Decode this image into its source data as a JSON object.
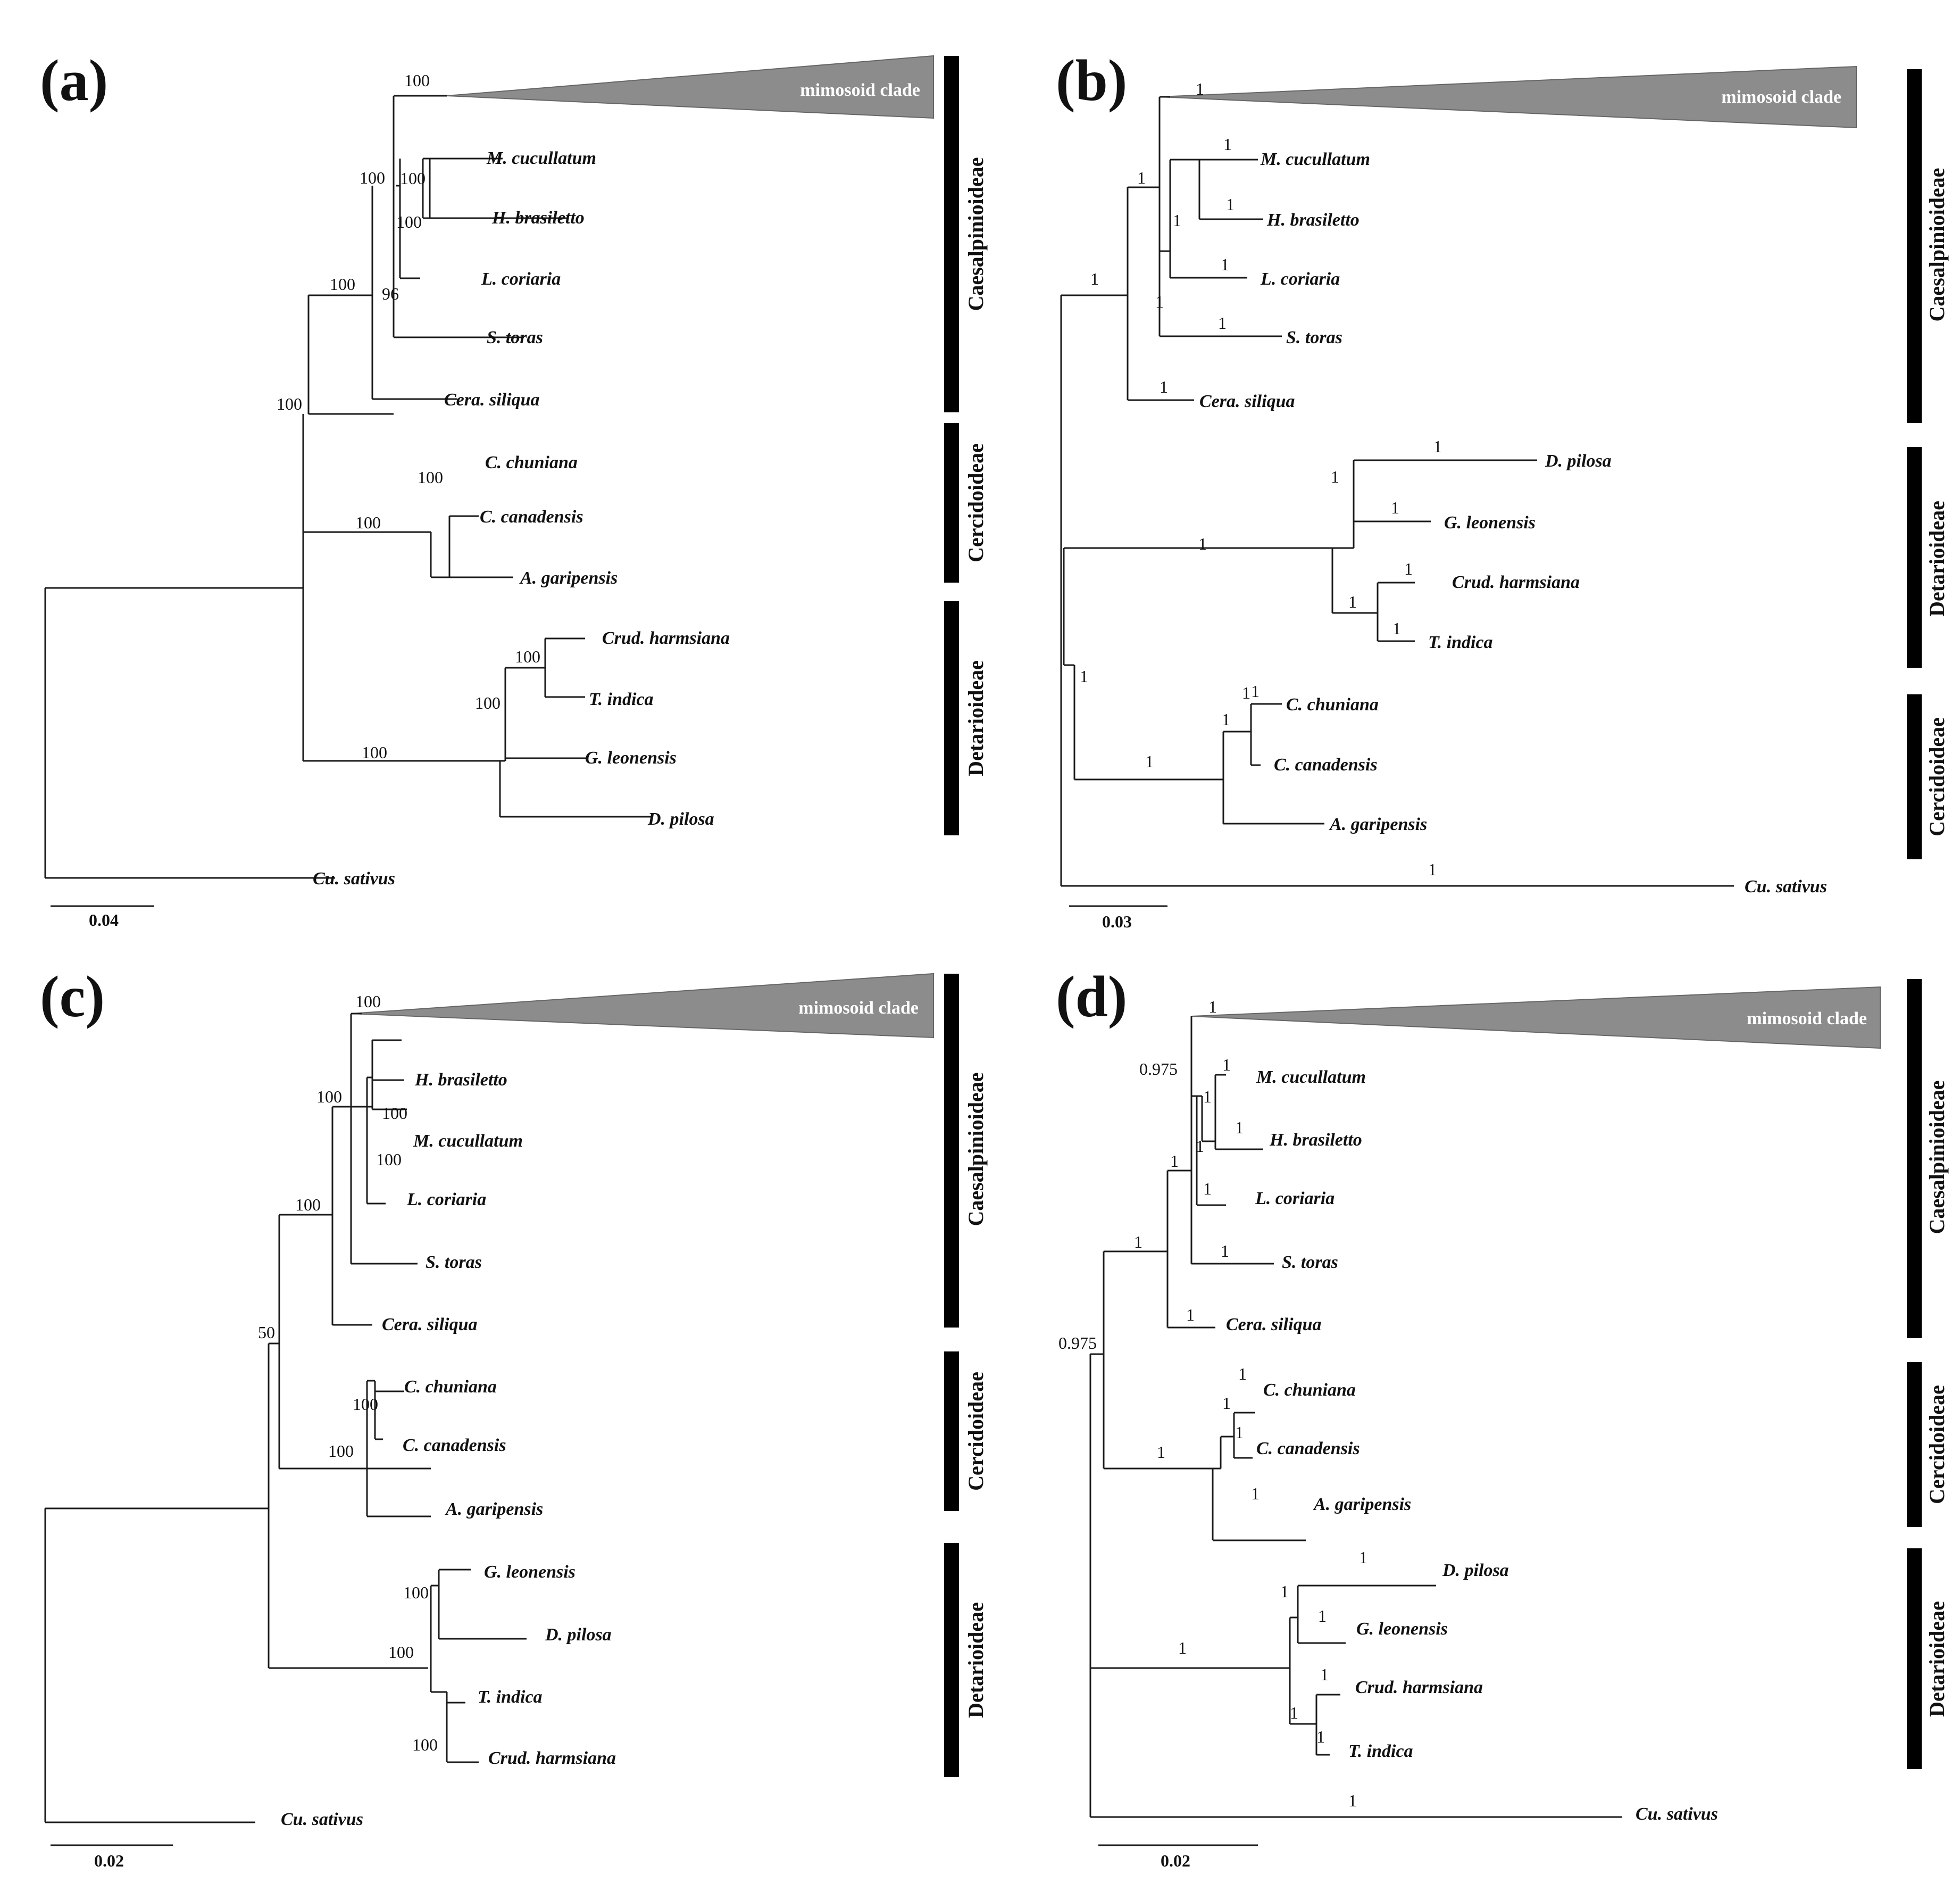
{
  "colors": {
    "branch": "#1a1a1a",
    "collapsed_clade": "#8c8c8c",
    "bar": "#000000"
  },
  "panels": [
    {
      "letter": "(a)",
      "scale": "0.04",
      "collapsed": {
        "label": "mimosoid clade",
        "support": "100"
      },
      "taxa": [
        {
          "label": "M. cucullatum"
        },
        {
          "label": "H. brasiletto"
        },
        {
          "label": "L. coriaria"
        },
        {
          "label": "S. toras"
        },
        {
          "label": "Cera. siliqua"
        },
        {
          "label": "C. chuniana"
        },
        {
          "label": "C. canadensis"
        },
        {
          "label": "A. garipensis"
        },
        {
          "label": "Crud. harmsiana"
        },
        {
          "label": "T. indica"
        },
        {
          "label": "G. leonensis"
        },
        {
          "label": "D. pilosa"
        },
        {
          "label": "Cu. sativus"
        }
      ],
      "supports": [
        "100",
        "100",
        "100",
        "96",
        "100",
        "100",
        "100",
        "100",
        "100",
        "100",
        "100",
        "100"
      ],
      "subfamilies": [
        {
          "label": "Caesalpinioideae"
        },
        {
          "label": "Cercidoideae"
        },
        {
          "label": "Detarioideae"
        }
      ]
    },
    {
      "letter": "(b)",
      "scale": "0.03",
      "collapsed": {
        "label": "mimosoid clade",
        "support": "1"
      },
      "taxa": [
        {
          "label": "M. cucullatum",
          "support": "1"
        },
        {
          "label": "H. brasiletto",
          "support": "1"
        },
        {
          "label": "L. coriaria",
          "support": "1"
        },
        {
          "label": "S. toras",
          "support": "1"
        },
        {
          "label": "Cera. siliqua",
          "support": "1"
        },
        {
          "label": "D. pilosa",
          "support": "1"
        },
        {
          "label": "G. leonensis",
          "support": "1"
        },
        {
          "label": "Crud. harmsiana",
          "support": "1"
        },
        {
          "label": "T. indica",
          "support": "1"
        },
        {
          "label": "C. chuniana",
          "support": "1"
        },
        {
          "label": "C. canadensis",
          "support": "1"
        },
        {
          "label": "A. garipensis",
          "support": "1"
        },
        {
          "label": "Cu. sativus",
          "support": "1"
        }
      ],
      "supports": [
        "1",
        "1",
        "1",
        "1",
        "1",
        "1",
        "1",
        "1",
        "1",
        "1",
        "1",
        "1"
      ],
      "subfamilies": [
        {
          "label": "Caesalpinioideae"
        },
        {
          "label": "Detarioideae"
        },
        {
          "label": "Cercidoideae"
        }
      ]
    },
    {
      "letter": "(c)",
      "scale": "0.02",
      "collapsed": {
        "label": "mimosoid clade",
        "support": "100"
      },
      "taxa": [
        {
          "label": "H. brasiletto"
        },
        {
          "label": "M. cucullatum"
        },
        {
          "label": "L. coriaria"
        },
        {
          "label": "S. toras"
        },
        {
          "label": "Cera. siliqua"
        },
        {
          "label": "C. chuniana"
        },
        {
          "label": "C. canadensis"
        },
        {
          "label": "A. garipensis"
        },
        {
          "label": "G. leonensis"
        },
        {
          "label": "D. pilosa"
        },
        {
          "label": "T. indica"
        },
        {
          "label": "Crud. harmsiana"
        },
        {
          "label": "Cu. sativus"
        }
      ],
      "supports": [
        "100",
        "100",
        "100",
        "100",
        "50",
        "100",
        "100",
        "100",
        "100",
        "100"
      ],
      "subfamilies": [
        {
          "label": "Caesalpinioideae"
        },
        {
          "label": "Cercidoideae"
        },
        {
          "label": "Detarioideae"
        }
      ]
    },
    {
      "letter": "(d)",
      "scale": "0.02",
      "collapsed": {
        "label": "mimosoid clade",
        "support": "1"
      },
      "taxa": [
        {
          "label": "M. cucullatum",
          "support": "1"
        },
        {
          "label": "H. brasiletto",
          "support": "1"
        },
        {
          "label": "L. coriaria",
          "support": "1"
        },
        {
          "label": "S. toras",
          "support": "1"
        },
        {
          "label": "Cera. siliqua",
          "support": "1"
        },
        {
          "label": "C. chuniana",
          "support": "1"
        },
        {
          "label": "C. canadensis",
          "support": "1"
        },
        {
          "label": "A. garipensis",
          "support": "1"
        },
        {
          "label": "D. pilosa",
          "support": "1"
        },
        {
          "label": "G. leonensis",
          "support": "1"
        },
        {
          "label": "Crud. harmsiana",
          "support": "1"
        },
        {
          "label": "T. indica",
          "support": "1"
        },
        {
          "label": "Cu. sativus",
          "support": "1"
        }
      ],
      "supports": [
        "0.975",
        "1",
        "1",
        "1",
        "1",
        "0.975",
        "1",
        "1",
        "1",
        "1",
        "1",
        "1"
      ],
      "subfamilies": [
        {
          "label": "Caesalpinioideae"
        },
        {
          "label": "Cercidoideae"
        },
        {
          "label": "Detarioideae"
        }
      ]
    }
  ]
}
